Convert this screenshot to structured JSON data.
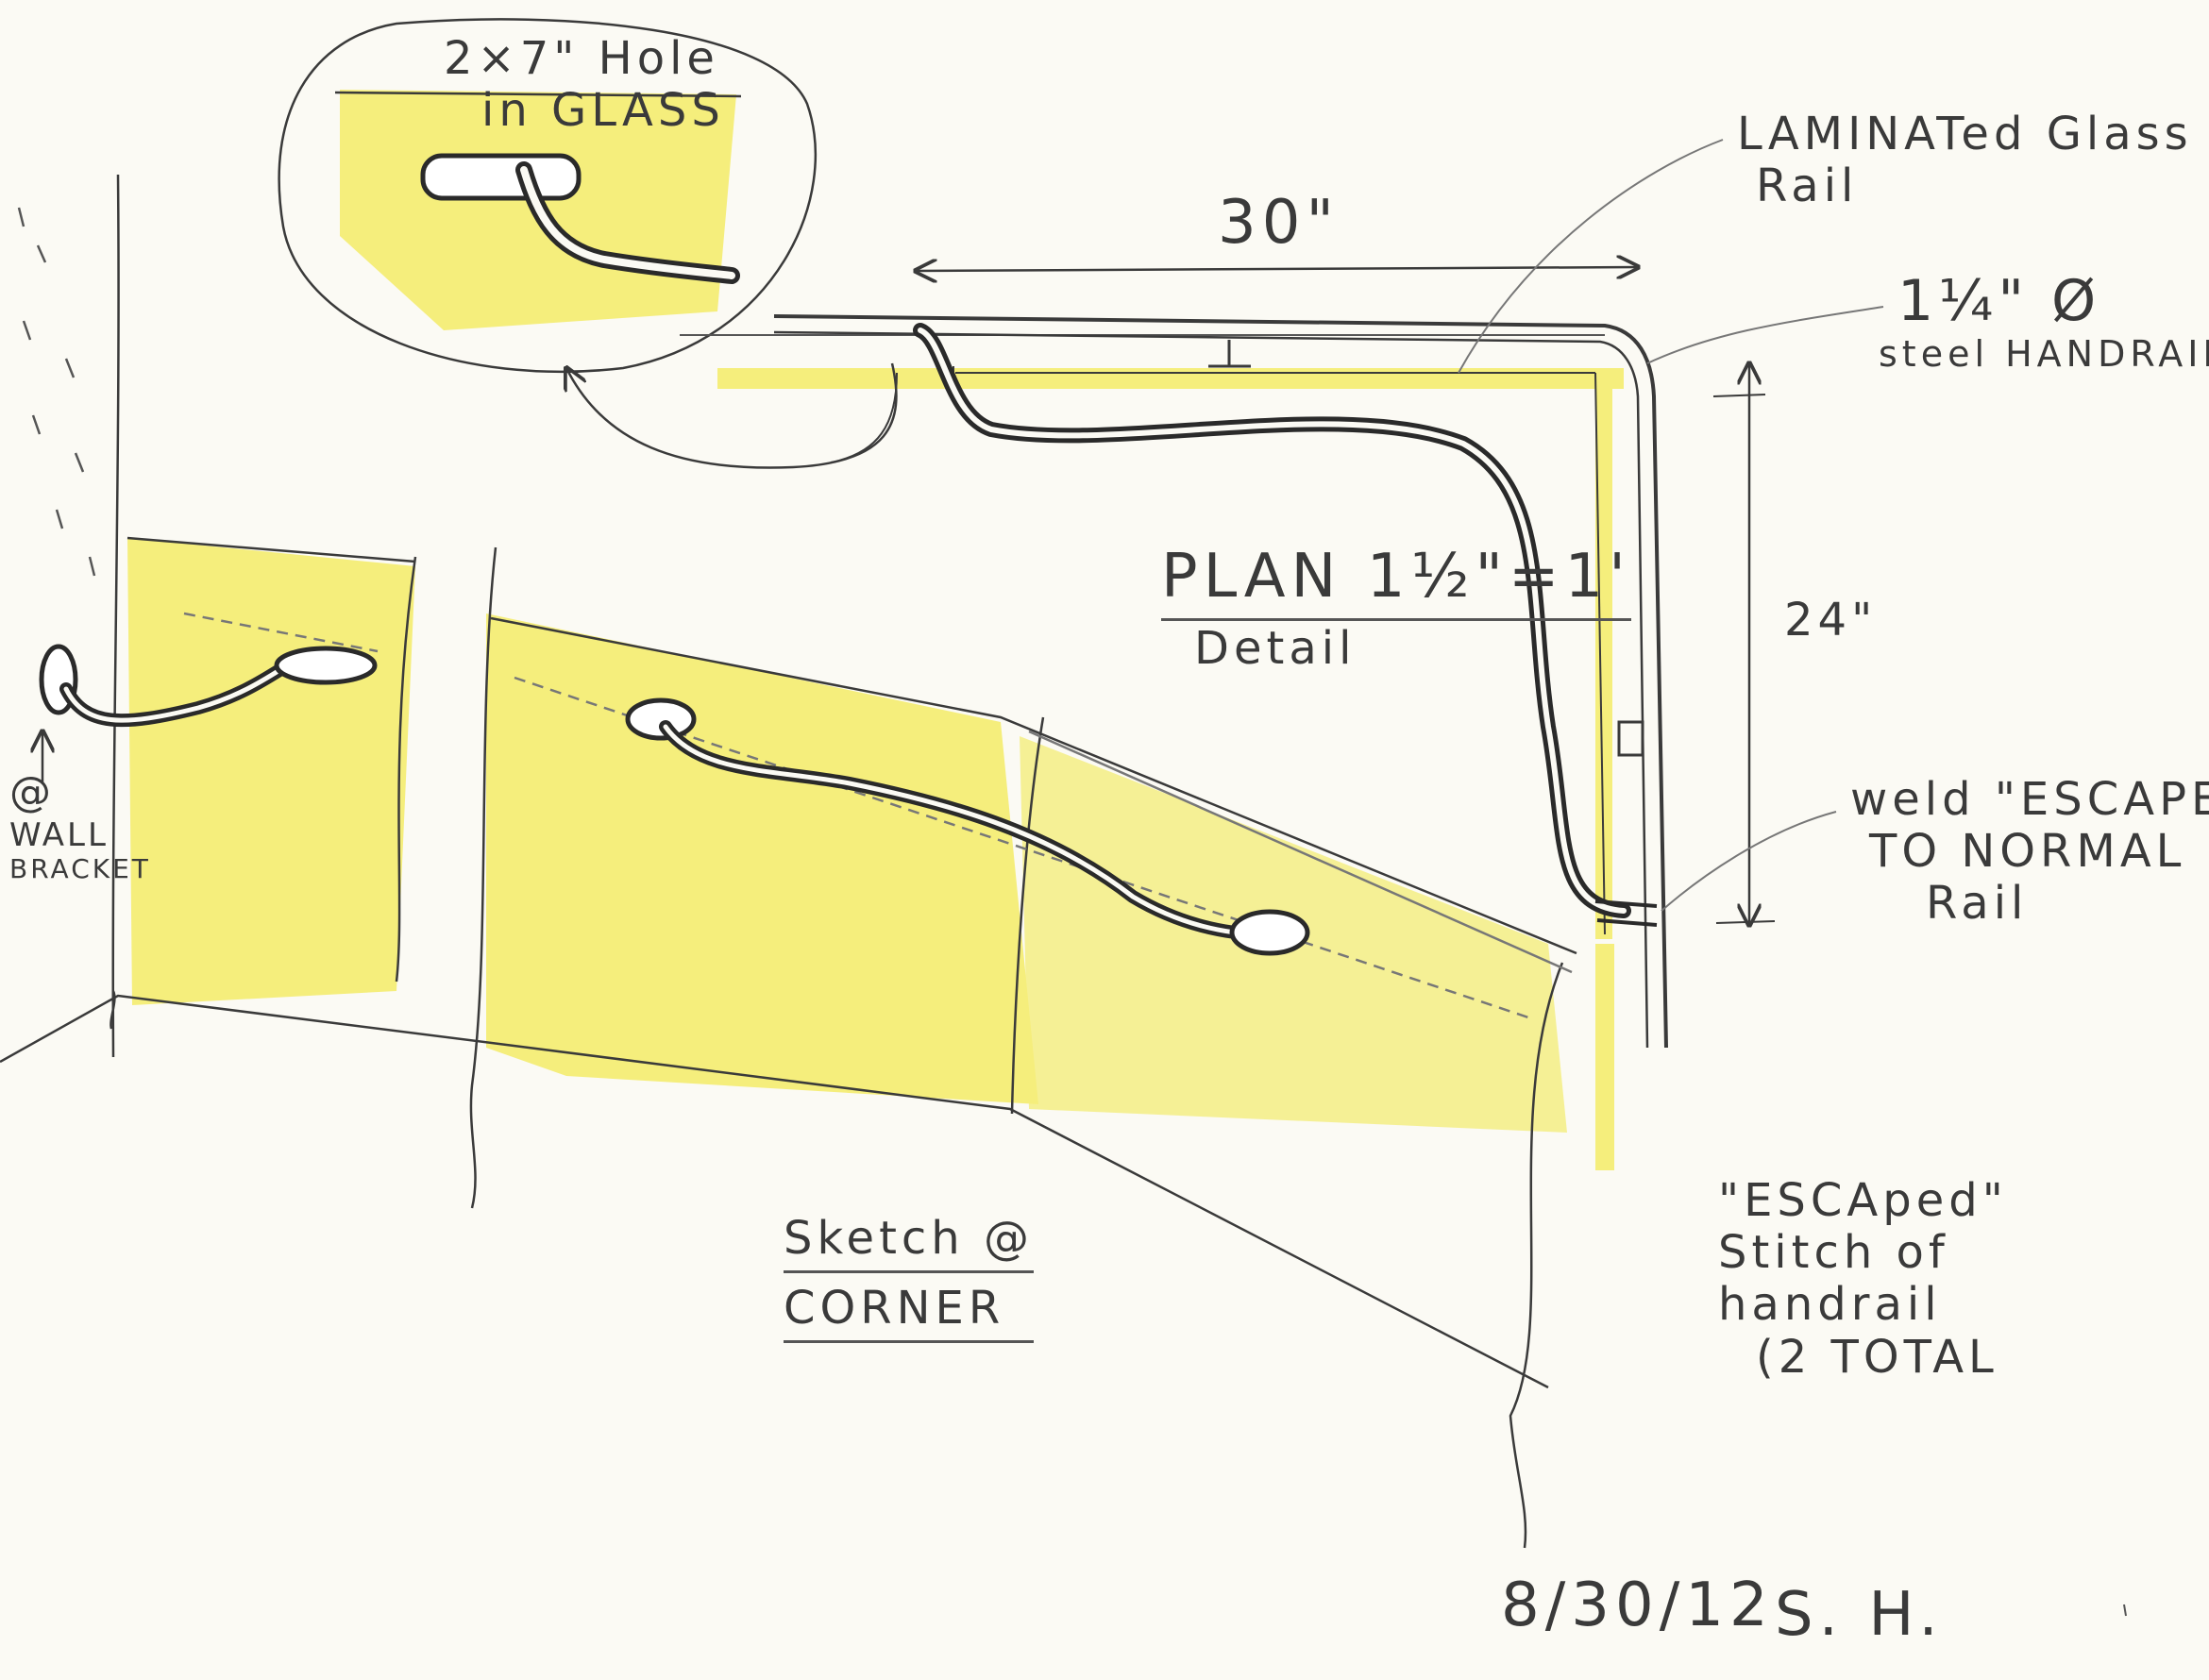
{
  "labels": {
    "hole": [
      "2×7\" Hole",
      "in GLASS"
    ],
    "laminated": [
      "LAMINATed Glass",
      "Rail"
    ],
    "dim_30": "30\"",
    "handrail": [
      "1¼\" Ø",
      "steel HANDRAIL"
    ],
    "dim_24": "24\"",
    "plan": "PLAN 1½\"=1'",
    "plan_sub": "Detail",
    "weld": [
      "weld \"ESCAPE\"",
      "TO NORMAL",
      "Rail"
    ],
    "wall_bracket": [
      "@",
      "WALL",
      "BRACKET"
    ],
    "sketch": [
      "Sketch @",
      "CORNER"
    ],
    "escaped": [
      "\"ESCAped\"",
      "Stitch of",
      "handrail",
      "(2 TOTAL"
    ],
    "date": "8/30/12",
    "initials": "S. H."
  },
  "colors": {
    "paper": "#fbfaf4",
    "pencil": "#3a3a3a",
    "wash": "#f3ea55"
  }
}
